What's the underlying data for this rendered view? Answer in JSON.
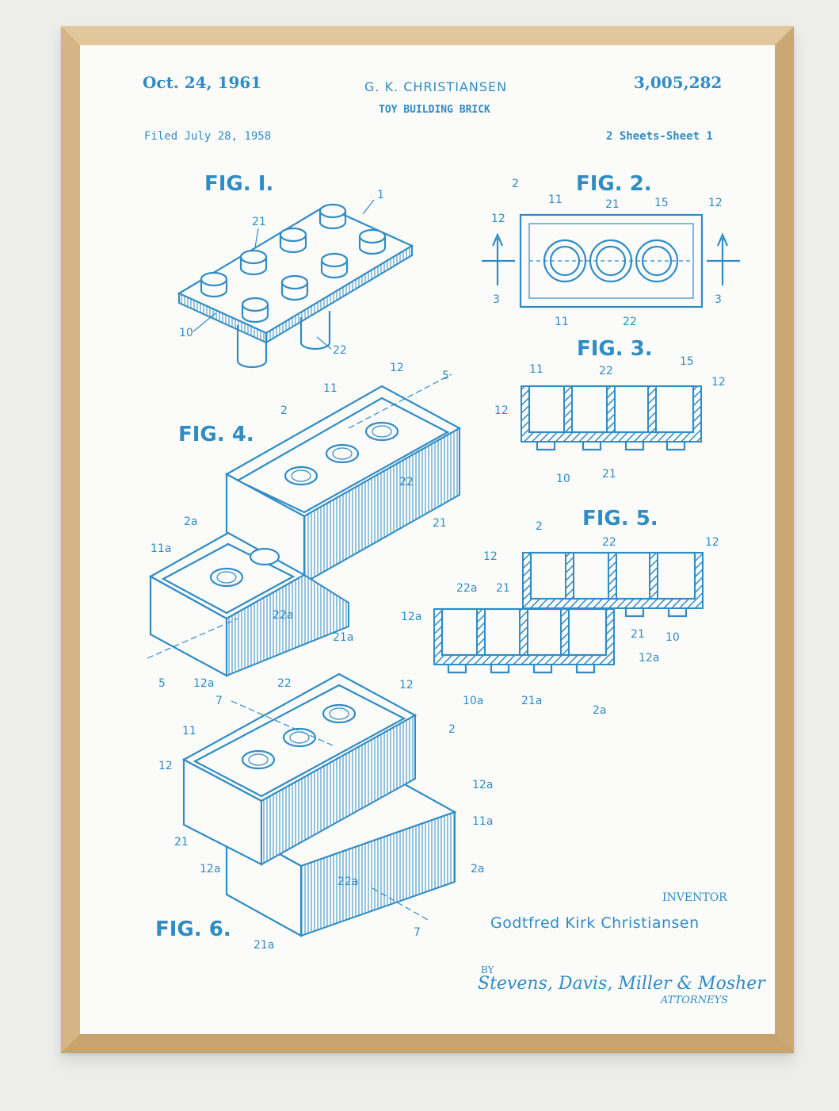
{
  "colors": {
    "ink": "#2f8cc4",
    "paper": "#fbfbfa",
    "frame": "#d8b98a",
    "wall": "#ededeb"
  },
  "patent": {
    "date": "Oct. 24, 1961",
    "number": "3,005,282",
    "inventor_header": "G. K. CHRISTIANSEN",
    "title": "TOY BUILDING BRICK",
    "filed": "Filed July 28, 1958",
    "sheets": "2 Sheets-Sheet 1"
  },
  "figures": {
    "fig1": "FIG. I.",
    "fig2": "FIG. 2.",
    "fig3": "FIG. 3.",
    "fig4": "FIG. 4.",
    "fig5": "FIG. 5.",
    "fig6": "FIG. 6."
  },
  "refs": {
    "r1": "1",
    "r2": "2",
    "r3": "3",
    "r5": "5",
    "r7": "7",
    "r10": "10",
    "r10a": "10a",
    "r11": "11",
    "r11a": "11a",
    "r12": "12",
    "r12a": "12a",
    "r15": "15",
    "r21": "21",
    "r21a": "21a",
    "r22": "22",
    "r22a": "22a",
    "r2a": "2a"
  },
  "footer": {
    "inventor_label": "INVENTOR",
    "inventor_name": "Godtfred Kirk Christiansen",
    "by": "BY",
    "signature": "Stevens, Davis, Miller & Mosher",
    "attorneys": "ATTORNEYS"
  }
}
